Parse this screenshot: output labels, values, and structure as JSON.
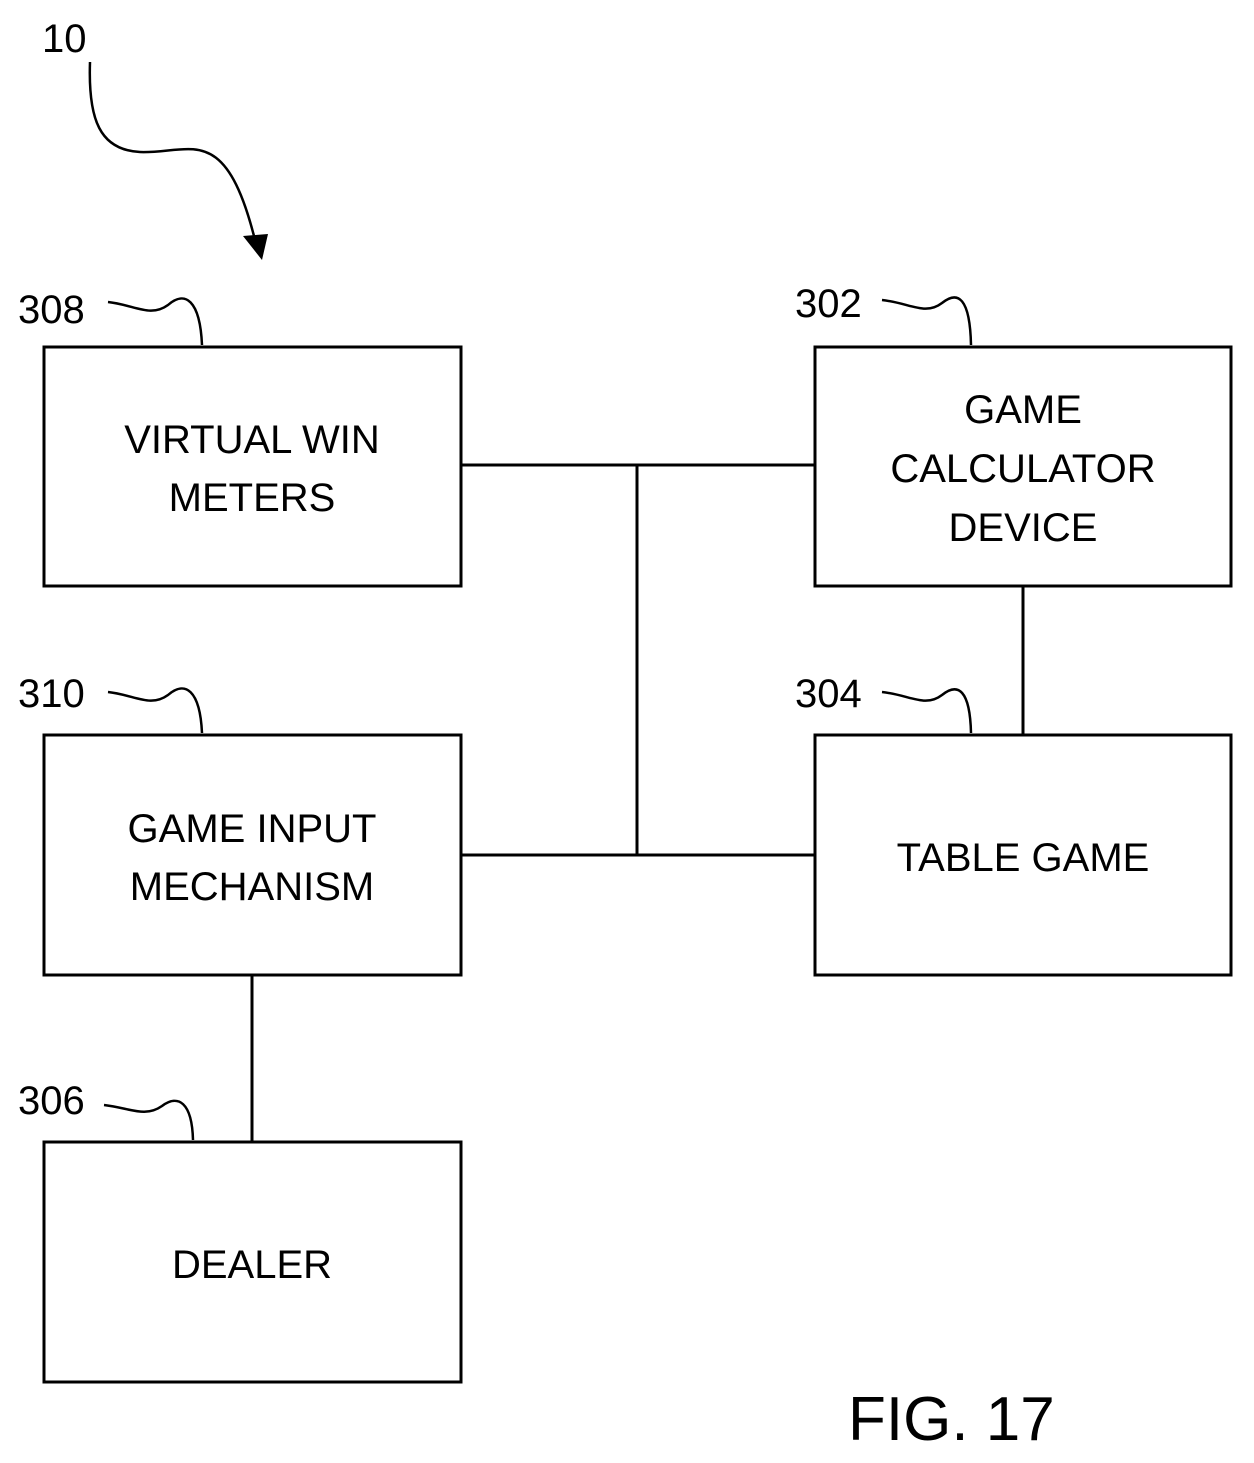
{
  "figure": {
    "ref": "10",
    "caption": "FIG. 17"
  },
  "blocks": {
    "virtual_win_meters": {
      "ref": "308",
      "lines": [
        "VIRTUAL WIN",
        "METERS"
      ]
    },
    "game_calculator_device": {
      "ref": "302",
      "lines": [
        "GAME",
        "CALCULATOR",
        "DEVICE"
      ]
    },
    "game_input_mechanism": {
      "ref": "310",
      "lines": [
        "GAME INPUT",
        "MECHANISM"
      ]
    },
    "table_game": {
      "ref": "304",
      "lines": [
        "TABLE GAME"
      ]
    },
    "dealer": {
      "ref": "306",
      "lines": [
        "DEALER"
      ]
    }
  },
  "colors": {
    "stroke": "#000000",
    "background": "#ffffff"
  }
}
